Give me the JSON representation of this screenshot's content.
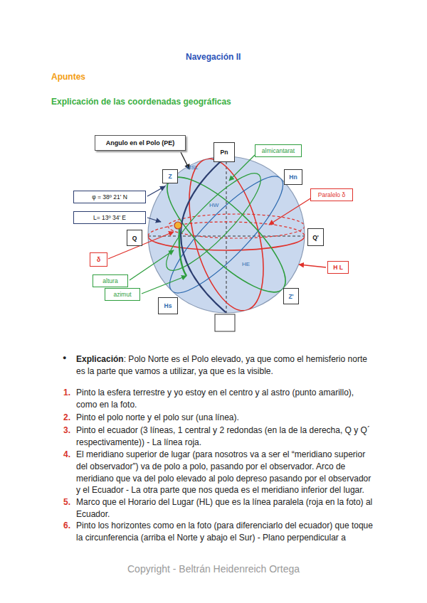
{
  "diagram": {
    "title": "Navegación II",
    "nodes": [
      {
        "text": [
          "Angulo en el Polo (PE)"
        ]
      },
      {
        "text": [
          "Pn"
        ]
      },
      {
        "text": [
          "almicantarat"
        ]
      },
      {
        "text": [
          "Z"
        ]
      },
      {
        "text": [
          "Hn"
        ]
      },
      {
        "text": [
          "Paralelo δ"
        ]
      },
      {
        "text": [
          "φ = 38º 21' N"
        ]
      },
      {
        "text": [
          "L= 13º 34' E"
        ]
      },
      {
        "text": [
          "Q"
        ]
      },
      {
        "text": [
          "Q'"
        ]
      },
      {
        "text": [
          "δ"
        ]
      },
      {
        "text": [
          "H L"
        ]
      },
      {
        "text": [
          "altura"
        ]
      },
      {
        "text": [
          "azimut"
        ]
      },
      {
        "text": [
          "Z'"
        ]
      },
      {
        "text": [
          "Hs"
        ]
      }
    ],
    "labels": [
      "Apuntes",
      "Explicación de las coordenadas geográficas",
      "MSL",
      "HW",
      "HE",
      "●",
      "Explicación",
      ": Polo Norte es el Polo elevado, ya que como el hemisferio norte es la parte que vamos a utilizar, ya que es la visible.",
      "1.",
      "Pinto la esfera terrestre y yo estoy en el centro y al astro (punto amarillo), como en la foto.",
      "2.",
      "Pinto el polo norte y el polo sur (una línea).",
      "3.",
      "Pinto el ecuador (3 líneas, 1 central y 2 redondas (en la de la derecha, Q y Q´ respectivamente)) - La línea roja.",
      "4.",
      "El meridiano superior de lugar (para nosotros va a ser el “meridiano superior del observador”) va de polo a polo, pasando por el observador. Arco de meridiano que va del polo elevado al polo depreso pasando por el observador y el Ecuador - La otra parte que nos queda es el meridiano inferior del lugar.",
      "5.",
      "Marco que el Horario del Lugar (HL) que es la línea paralela (roja en la foto) al Ecuador.",
      "6.",
      "Pinto los horizontes como en la foto (para diferenciarlo del ecuador) que toque la circunferencia (arriba el Norte y abajo el Sur) - Plano perpendicular a",
      "Copyright - Beltrán Heidenreich Ortega"
    ]
  }
}
